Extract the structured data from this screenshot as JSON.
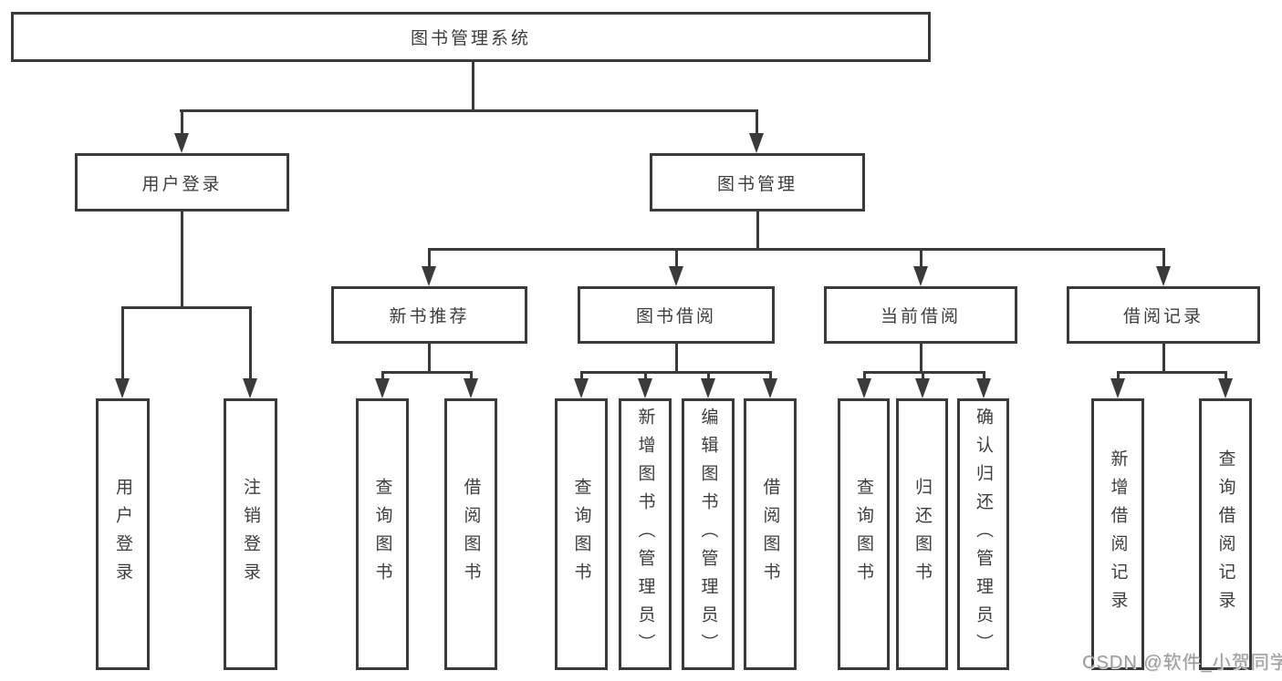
{
  "diagram": {
    "root": "图书管理系统",
    "user_login": {
      "label": "用户登录",
      "children": [
        "用户登录",
        "注销登录"
      ]
    },
    "book_mgmt": {
      "label": "图书管理",
      "sections": {
        "new_books": {
          "label": "新书推荐",
          "children": [
            "查询图书",
            "借阅图书"
          ]
        },
        "borrowing": {
          "label": "图书借阅",
          "children": [
            "查询图书",
            "新增图书（管理员）",
            "编辑图书（管理员）",
            "借阅图书"
          ]
        },
        "current": {
          "label": "当前借阅",
          "children": [
            "查询图书",
            "归还图书",
            "确认归还（管理员）"
          ]
        },
        "records": {
          "label": "借阅记录",
          "children": [
            "新增借阅记录",
            "查询借阅记录"
          ]
        }
      }
    }
  },
  "watermark": "CSDN @软件_小贺同学",
  "colors": {
    "line": "#3a3a3a",
    "text": "#3d3d3d",
    "background": "#ffffff",
    "watermark": "#9c9c9c"
  }
}
